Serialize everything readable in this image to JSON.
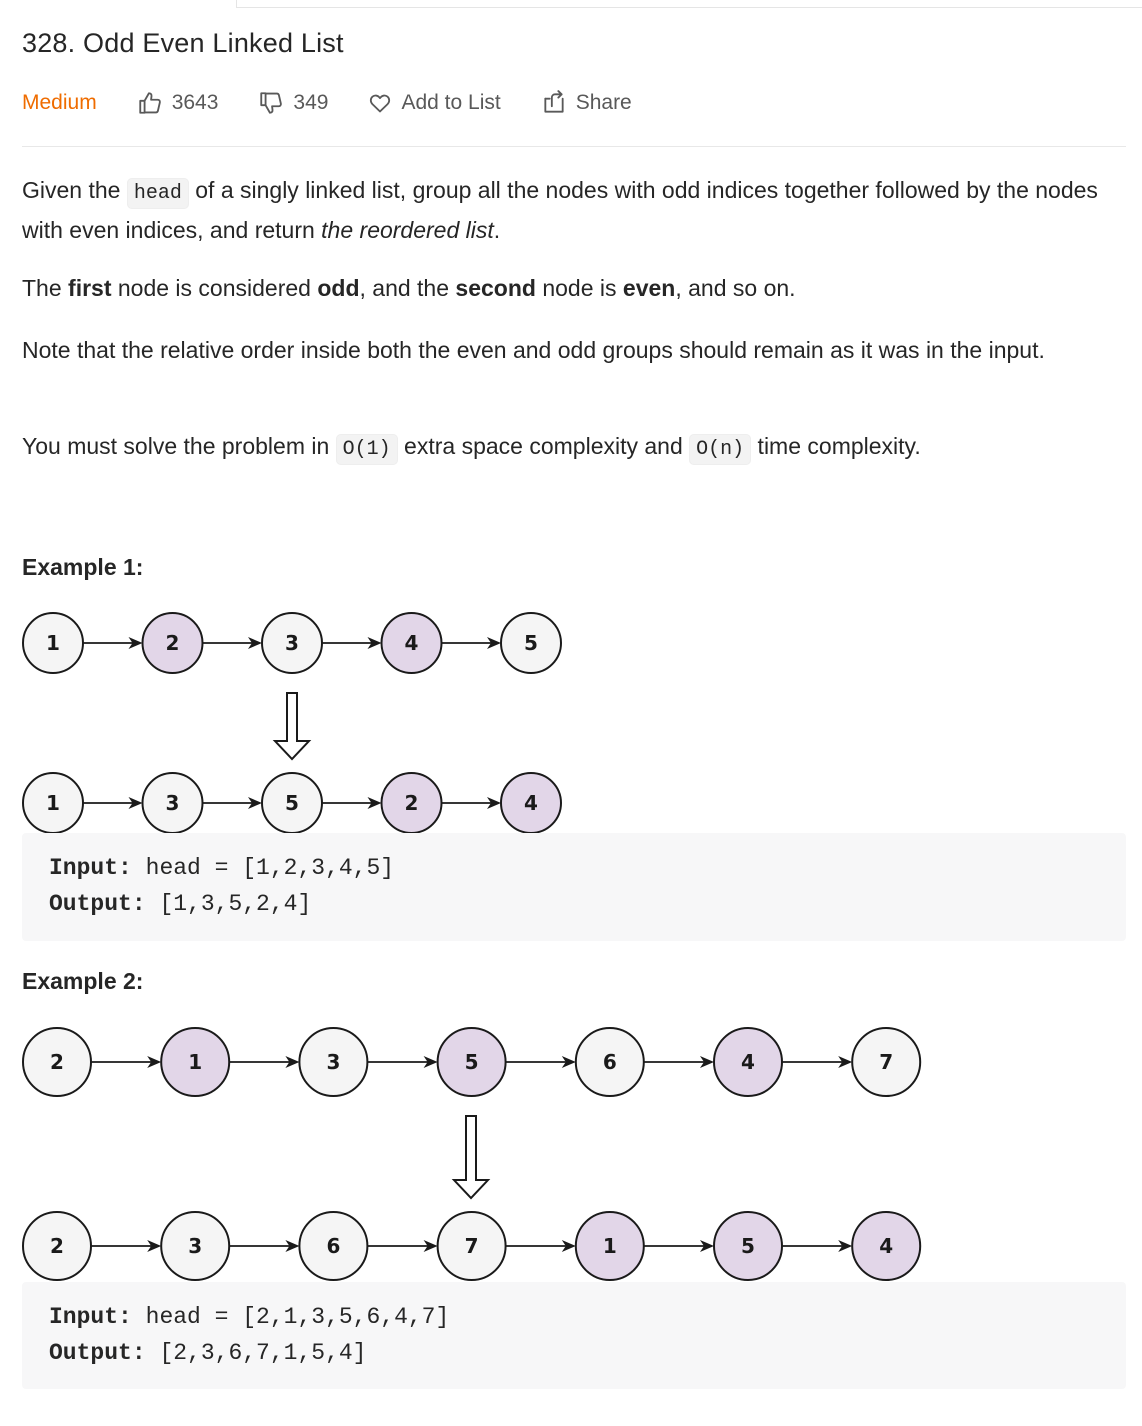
{
  "problem": {
    "title": "328. Odd Even Linked List",
    "difficulty": "Medium",
    "likes": "3643",
    "dislikes": "349",
    "add_to_list": "Add to List",
    "share": "Share"
  },
  "description": {
    "p1": [
      "Given the ",
      "head",
      " of a singly linked list, group all the nodes with odd indices together followed by the nodes with even indices, and return ",
      "the reordered list",
      "."
    ],
    "p2": [
      "The ",
      "first",
      " node is considered ",
      "odd",
      ", and the ",
      "second",
      " node is ",
      "even",
      ", and so on."
    ],
    "p3": "Note that the relative order inside both the even and odd groups should remain as it was in the input.",
    "p4": [
      "You must solve the problem in ",
      "O(1)",
      " extra space complexity and ",
      "O(n)",
      " time complexity."
    ]
  },
  "examples": [
    {
      "title": "Example 1:",
      "before": [
        {
          "label": "1",
          "group": "odd"
        },
        {
          "label": "2",
          "group": "even"
        },
        {
          "label": "3",
          "group": "odd"
        },
        {
          "label": "4",
          "group": "even"
        },
        {
          "label": "5",
          "group": "odd"
        }
      ],
      "after": [
        {
          "label": "1",
          "group": "odd"
        },
        {
          "label": "3",
          "group": "odd"
        },
        {
          "label": "5",
          "group": "odd"
        },
        {
          "label": "2",
          "group": "even"
        },
        {
          "label": "4",
          "group": "even"
        }
      ],
      "input_label": "Input:",
      "input_value": "head = [1,2,3,4,5]",
      "output_label": "Output:",
      "output_value": "[1,3,5,2,4]"
    },
    {
      "title": "Example 2:",
      "before": [
        {
          "label": "2",
          "group": "odd"
        },
        {
          "label": "1",
          "group": "even"
        },
        {
          "label": "3",
          "group": "odd"
        },
        {
          "label": "5",
          "group": "even"
        },
        {
          "label": "6",
          "group": "odd"
        },
        {
          "label": "4",
          "group": "even"
        },
        {
          "label": "7",
          "group": "odd"
        }
      ],
      "after": [
        {
          "label": "2",
          "group": "odd"
        },
        {
          "label": "3",
          "group": "odd"
        },
        {
          "label": "6",
          "group": "odd"
        },
        {
          "label": "7",
          "group": "odd"
        },
        {
          "label": "1",
          "group": "even"
        },
        {
          "label": "5",
          "group": "even"
        },
        {
          "label": "4",
          "group": "even"
        }
      ],
      "input_label": "Input:",
      "input_value": "head = [2,1,3,5,6,4,7]",
      "output_label": "Output:",
      "output_value": "[2,3,6,7,1,5,4]"
    }
  ],
  "colors": {
    "difficulty_medium": "#ef6c00",
    "even_node_fill": "#e2d6e8",
    "odd_node_fill": "#f5f5f5",
    "code_bg": "#f7f7f8"
  },
  "icons": [
    "thumbs-up-icon",
    "thumbs-down-icon",
    "heart-icon",
    "share-icon",
    "down-arrow-icon"
  ]
}
